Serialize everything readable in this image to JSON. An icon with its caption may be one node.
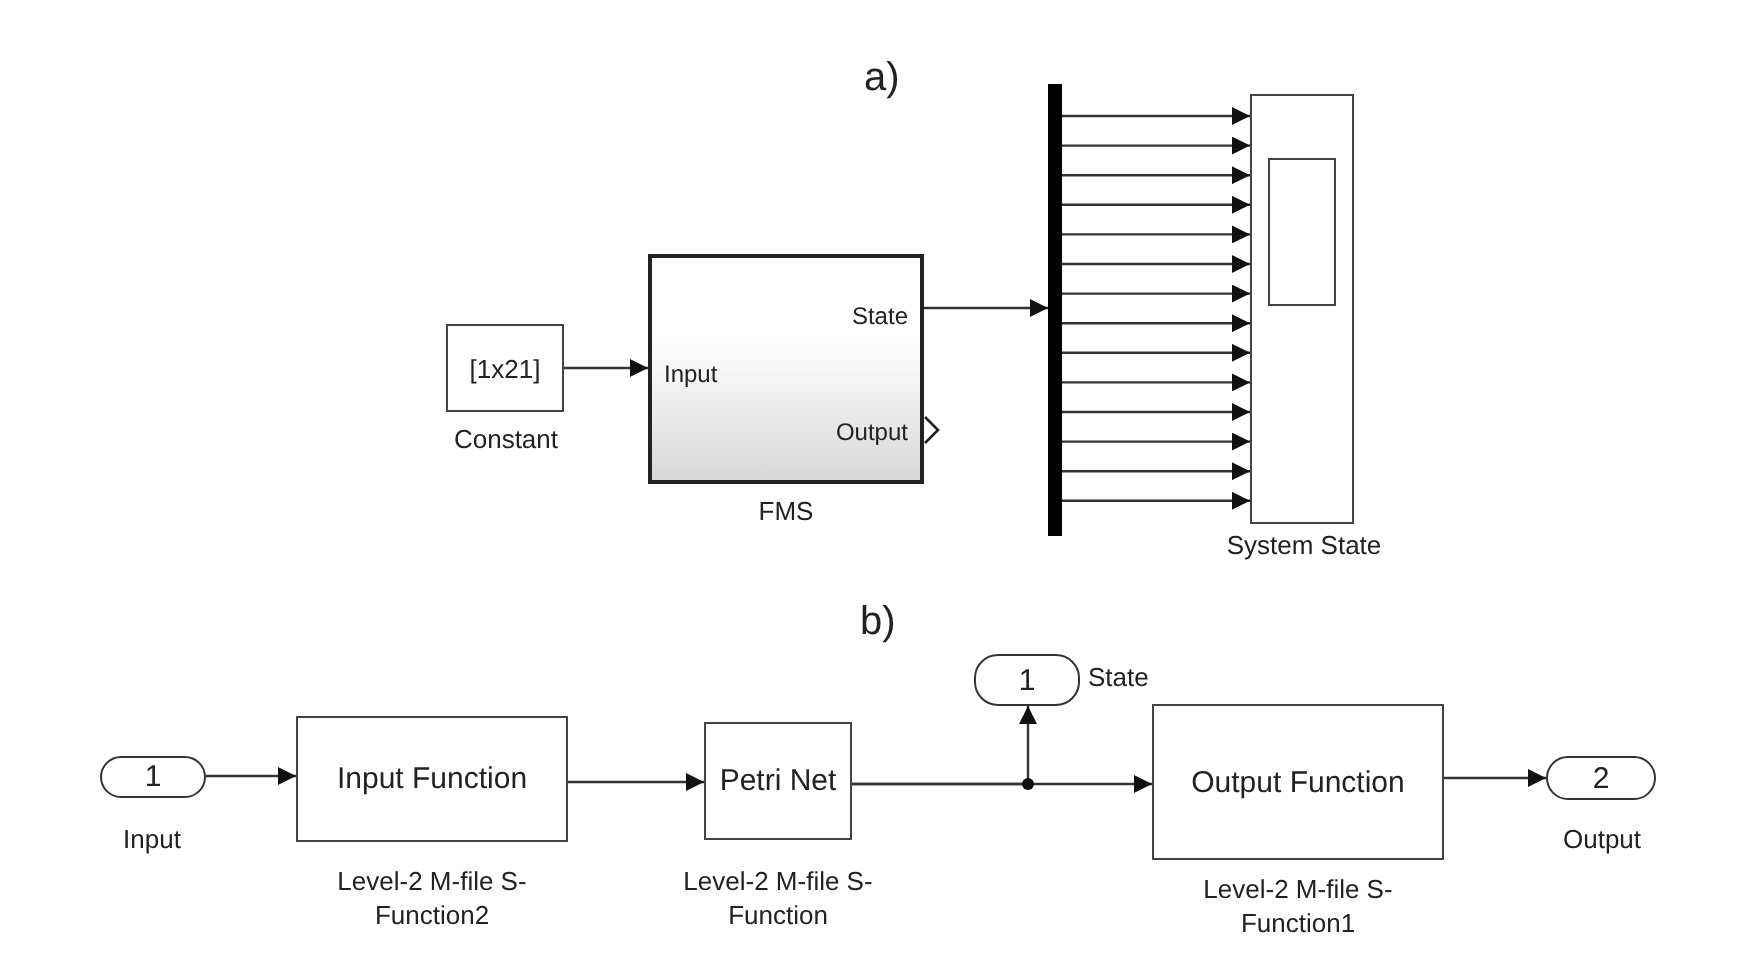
{
  "diagram": {
    "nodes": [
      {
        "text": [
          "[1x21]"
        ],
        "beside": [
          "Constant"
        ]
      },
      {
        "text": [
          "Input",
          "State",
          "Output"
        ],
        "beside": [
          "FMS"
        ]
      },
      {
        "text": [],
        "shape": "bar"
      },
      {
        "text": [],
        "shape": "box",
        "beside": [
          "System State"
        ]
      },
      {
        "text": [
          "1"
        ],
        "beside": [
          "Input"
        ]
      },
      {
        "text": [
          "Input Function"
        ],
        "beside": [
          "Level-2 M-file S-Function2"
        ]
      },
      {
        "text": [
          "Petri Net"
        ],
        "beside": [
          "Level-2 M-file S-Function"
        ]
      },
      {
        "text": [
          "1"
        ],
        "beside": [
          "State"
        ]
      },
      {
        "text": [
          "Output Function"
        ],
        "beside": [
          "Level-2 M-file S-Function1"
        ]
      },
      {
        "text": [
          "2"
        ],
        "beside": [
          "Output"
        ]
      }
    ],
    "edges": [
      {
        "from": 0,
        "to": 1,
        "arrow": "to"
      },
      {
        "from": 1,
        "to": 2,
        "arrow": "to"
      },
      {
        "from": 2,
        "to": 3,
        "arrow": "to"
      },
      {
        "from": 2,
        "to": 3,
        "arrow": "to"
      },
      {
        "from": 2,
        "to": 3,
        "arrow": "to"
      },
      {
        "from": 2,
        "to": 3,
        "arrow": "to"
      },
      {
        "from": 2,
        "to": 3,
        "arrow": "to"
      },
      {
        "from": 2,
        "to": 3,
        "arrow": "to"
      },
      {
        "from": 2,
        "to": 3,
        "arrow": "to"
      },
      {
        "from": 2,
        "to": 3,
        "arrow": "to"
      },
      {
        "from": 2,
        "to": 3,
        "arrow": "to"
      },
      {
        "from": 2,
        "to": 3,
        "arrow": "to"
      },
      {
        "from": 2,
        "to": 3,
        "arrow": "to"
      },
      {
        "from": 2,
        "to": 3,
        "arrow": "to"
      },
      {
        "from": 2,
        "to": 3,
        "arrow": "to"
      },
      {
        "from": 2,
        "to": 3,
        "arrow": "to"
      },
      {
        "from": 4,
        "to": 5,
        "arrow": "to"
      },
      {
        "from": 5,
        "to": 6,
        "arrow": "to"
      },
      {
        "from": 6,
        "to": 7,
        "arrow": "to"
      },
      {
        "from": 6,
        "to": 8,
        "arrow": "to"
      },
      {
        "from": 8,
        "to": 9,
        "arrow": "to"
      }
    ],
    "labels": [
      "a)",
      "b)"
    ]
  }
}
